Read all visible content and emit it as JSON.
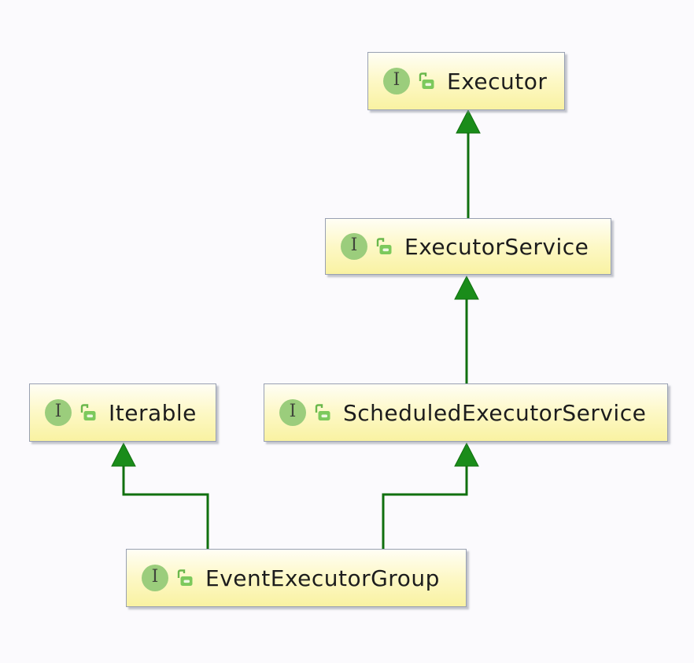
{
  "diagram": {
    "title": "interface inheritance hierarchy",
    "icons": {
      "interface_letter": "I",
      "interface_icon_name": "interface-icon",
      "modifier_icon_name": "public-unlocked-padlock-icon"
    },
    "colors": {
      "background": "#fbfafd",
      "node_fill_top": "#fffef5",
      "node_fill_bottom": "#f9f2a2",
      "node_border": "#98a0b2",
      "node_shadow": "#8a8f9e",
      "arrow_line": "#10700f",
      "arrow_head": "#1a8c1a",
      "interface_icon_green": "#9bcd7c",
      "lock_icon_green": "#7cc95c",
      "label_text": "#1d1d1d"
    },
    "nodes": [
      {
        "id": "executor",
        "label": "Executor",
        "kind": "interface"
      },
      {
        "id": "executor-service",
        "label": "ExecutorService",
        "kind": "interface"
      },
      {
        "id": "iterable",
        "label": "Iterable",
        "kind": "interface"
      },
      {
        "id": "scheduled-executor-service",
        "label": "ScheduledExecutorService",
        "kind": "interface"
      },
      {
        "id": "event-executor-group",
        "label": "EventExecutorGroup",
        "kind": "interface"
      }
    ],
    "edges": [
      {
        "from": "ExecutorService",
        "to": "Executor",
        "type": "generalization"
      },
      {
        "from": "ScheduledExecutorService",
        "to": "ExecutorService",
        "type": "generalization"
      },
      {
        "from": "EventExecutorGroup",
        "to": "Iterable",
        "type": "generalization"
      },
      {
        "from": "EventExecutorGroup",
        "to": "ScheduledExecutorService",
        "type": "generalization"
      }
    ]
  }
}
